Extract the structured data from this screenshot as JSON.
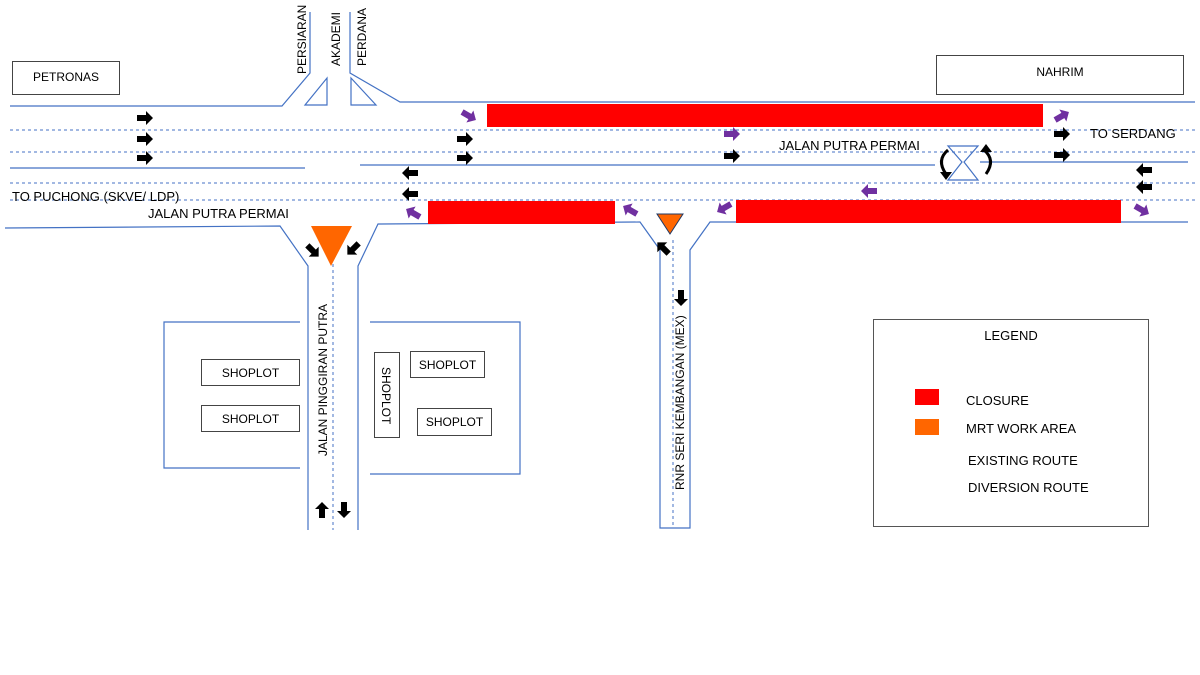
{
  "labels": {
    "petronas": "PETRONAS",
    "nahrim": "NAHRIM",
    "persiaran": "PERSIARAN",
    "akademi": "AKADEMI",
    "perdana": "PERDANA",
    "jalan_putra_permai_main": "JALAN PUTRA PERMAI",
    "to_serdang": "TO SERDANG",
    "to_puchong": "TO PUCHONG (SKVE/ LDP)",
    "jalan_putra_permai_side": "JALAN PUTRA PERMAI",
    "jalan_pinggiran_putra": "JALAN PINGGIRAN PUTRA",
    "rnr_seri_kembangan": "RNR SERI KEMBANGAN (MEX)",
    "shoplot": "SHOPLOT"
  },
  "legend": {
    "title": "LEGEND",
    "items": [
      {
        "label": "CLOSURE",
        "color": "#ff0000",
        "kind": "swatch"
      },
      {
        "label": "MRT WORK AREA",
        "color": "#ff6600",
        "kind": "swatch"
      },
      {
        "label": "EXISTING ROUTE",
        "color": "#000000",
        "kind": "arrow"
      },
      {
        "label": "DIVERSION ROUTE",
        "color": "#7030a0",
        "kind": "arrow"
      }
    ]
  },
  "colors": {
    "closure": "#ff0000",
    "mrt_work_area": "#ff6600",
    "existing_route": "#000000",
    "diversion_route": "#7030a0",
    "road_edge": "#4472c4"
  }
}
